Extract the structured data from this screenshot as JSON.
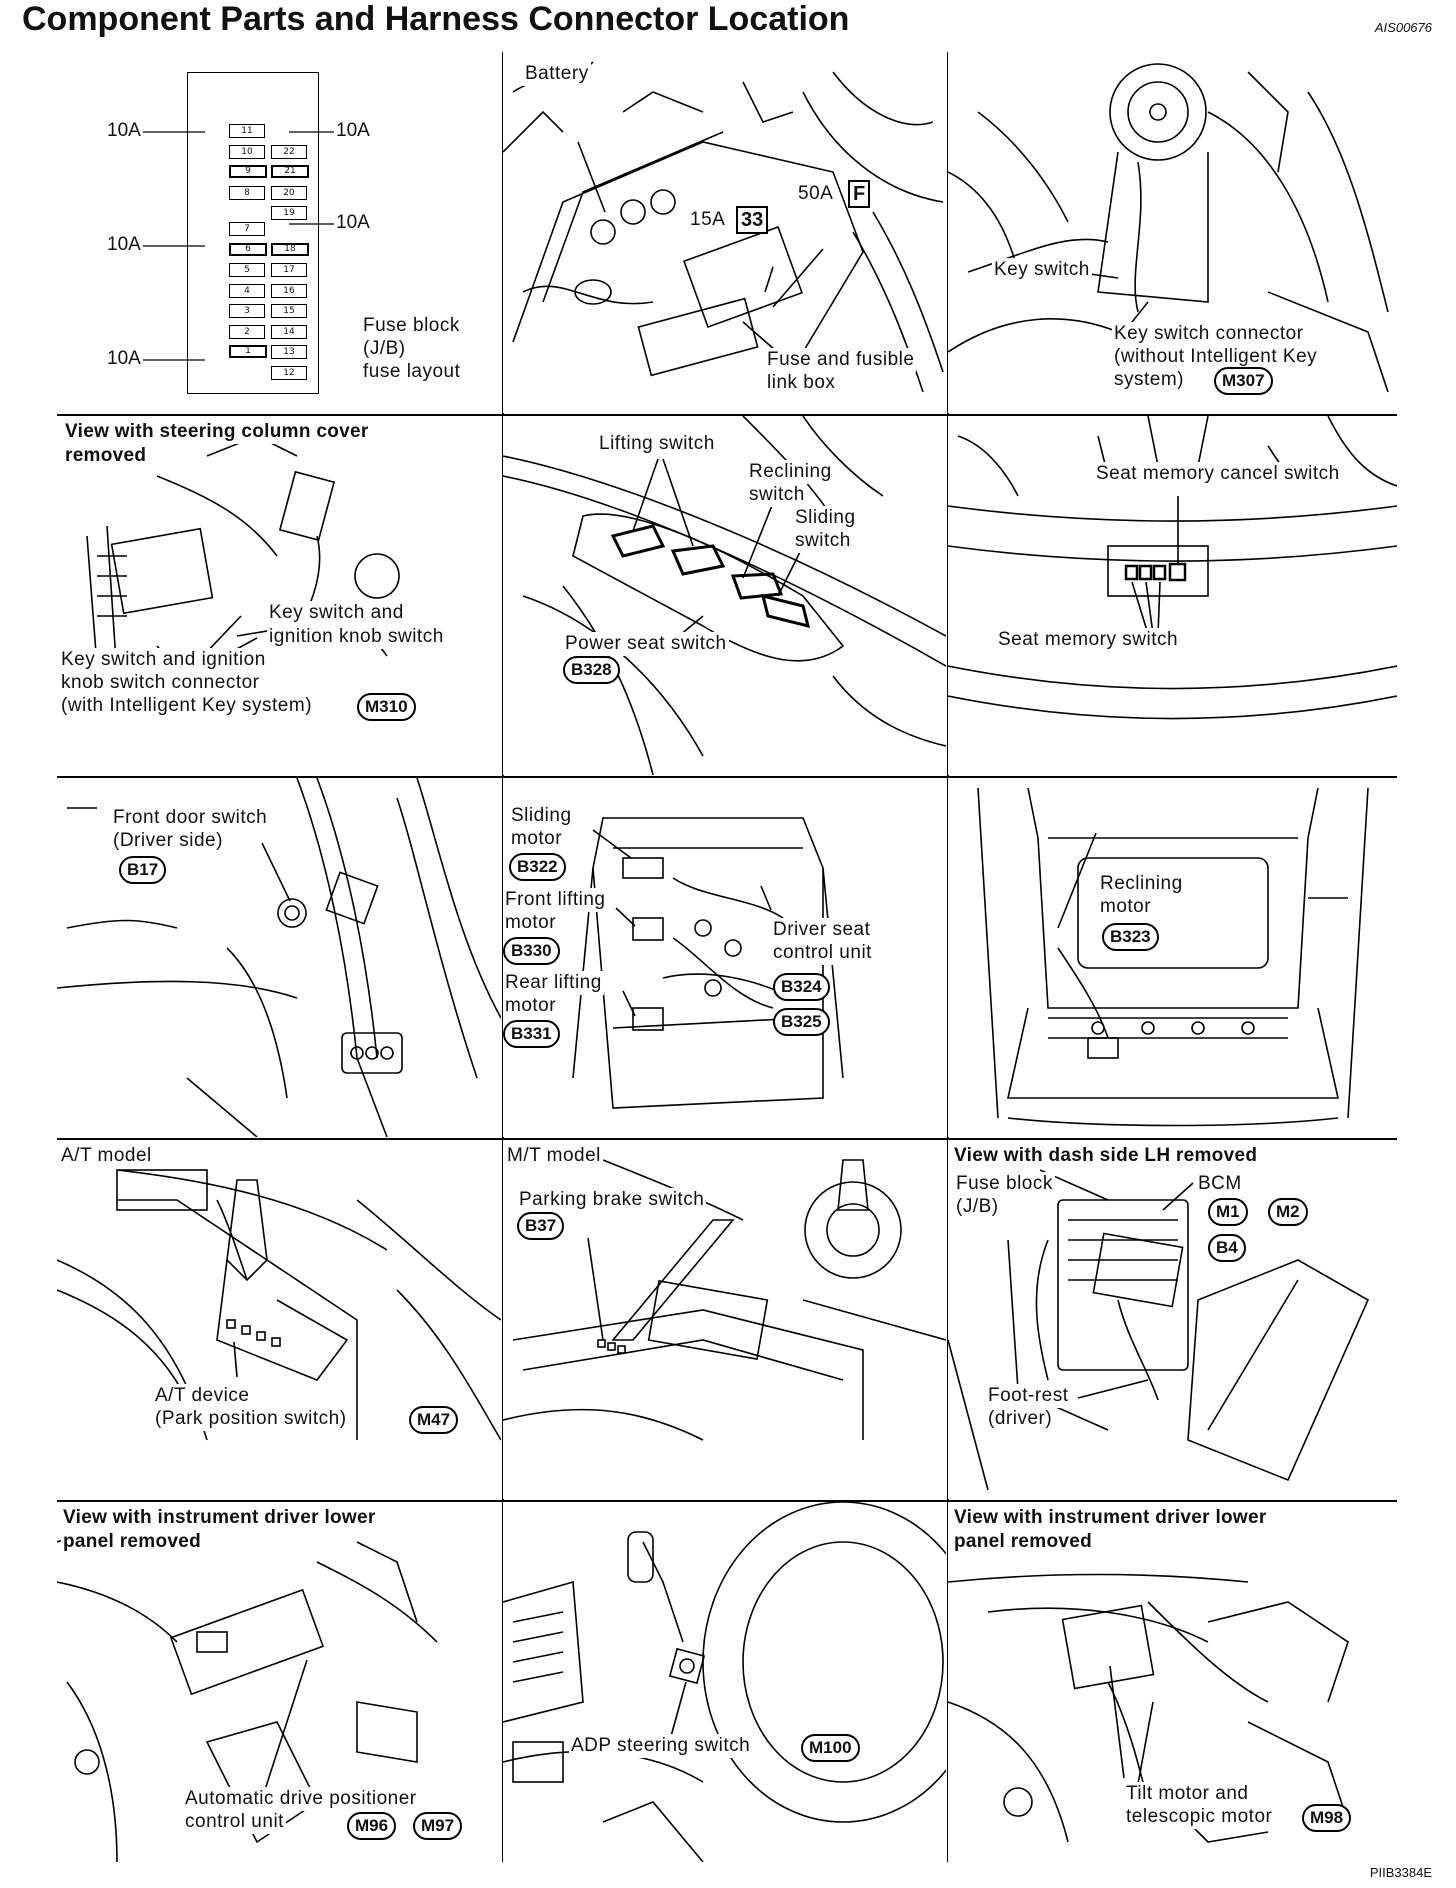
{
  "header": {
    "title": "Component Parts and Harness Connector Location",
    "doc_code": "AIS00676",
    "footer_code": "PIIB3384E"
  },
  "panels": {
    "fuse_block": {
      "caption": [
        "Fuse block",
        "(J/B)",
        "fuse layout"
      ],
      "amp_labels": [
        "10A",
        "10A",
        "10A",
        "10A",
        "10A"
      ],
      "left_column": [
        "11",
        "10",
        "9",
        "8",
        "7",
        "6",
        "5",
        "4",
        "3",
        "2",
        "1"
      ],
      "right_column": [
        "22",
        "21",
        "20",
        "19",
        "18",
        "17",
        "16",
        "15",
        "14",
        "13",
        "12"
      ]
    },
    "battery": {
      "battery_label": "Battery",
      "fuse15": "15A",
      "fuse15_code": "33",
      "fuse50": "50A",
      "fuse50_code": "F",
      "box_label": [
        "Fuse and fusible",
        "link box"
      ]
    },
    "key_switch": {
      "switch_label": "Key switch",
      "connector_label": [
        "Key switch connector",
        "(without Intelligent Key",
        "system)"
      ],
      "connector": "M307"
    },
    "steering_column": {
      "heading": [
        "View with steering column cover",
        "removed"
      ],
      "switch_label": [
        "Key switch and",
        "ignition knob switch"
      ],
      "connector_label": [
        "Key switch and ignition",
        "knob switch connector",
        "(with Intelligent Key system)"
      ],
      "connector": "M310"
    },
    "power_seat": {
      "lifting": "Lifting switch",
      "reclining": [
        "Reclining",
        "switch"
      ],
      "sliding": [
        "Sliding",
        "switch"
      ],
      "power_seat": "Power seat switch",
      "connector": "B328"
    },
    "seat_memory": {
      "cancel": "Seat memory cancel switch",
      "memory": "Seat memory switch"
    },
    "front_door": {
      "label": [
        "Front door switch",
        "(Driver side)"
      ],
      "connector": "B17"
    },
    "seat_motors": {
      "sliding": [
        "Sliding",
        "motor"
      ],
      "sliding_conn": "B322",
      "front_lifting": [
        "Front lifting",
        "motor"
      ],
      "front_lifting_conn": "B330",
      "rear_lifting": [
        "Rear lifting",
        "motor"
      ],
      "rear_lifting_conn": "B331",
      "control_unit": [
        "Driver seat",
        "control unit"
      ],
      "control_conn_1": "B324",
      "control_conn_2": "B325"
    },
    "reclining_motor": {
      "label": [
        "Reclining",
        "motor"
      ],
      "connector": "B323"
    },
    "at_model": {
      "heading": "A/T model",
      "device": [
        "A/T device",
        "(Park position switch)"
      ],
      "connector": "M47"
    },
    "mt_model": {
      "heading": "M/T model",
      "label": "Parking brake switch",
      "connector": "B37"
    },
    "dash_side": {
      "heading": "View with dash side LH removed",
      "fuse_block": [
        "Fuse block",
        "(J/B)"
      ],
      "bcm": "BCM",
      "conn_1": "M1",
      "conn_2": "M2",
      "conn_3": "B4",
      "foot_rest": [
        "Foot-rest",
        "(driver)"
      ]
    },
    "adp_unit": {
      "heading": [
        "View with instrument driver lower",
        "panel removed"
      ],
      "label": [
        "Automatic drive positioner",
        "control unit"
      ],
      "conn_1": "M96",
      "conn_2": "M97"
    },
    "adp_switch": {
      "label": "ADP steering switch",
      "connector": "M100"
    },
    "tilt_motor": {
      "heading": [
        "View with instrument driver lower",
        "panel removed"
      ],
      "label": [
        "Tilt motor and",
        "telescopic motor"
      ],
      "connector": "M98"
    }
  }
}
